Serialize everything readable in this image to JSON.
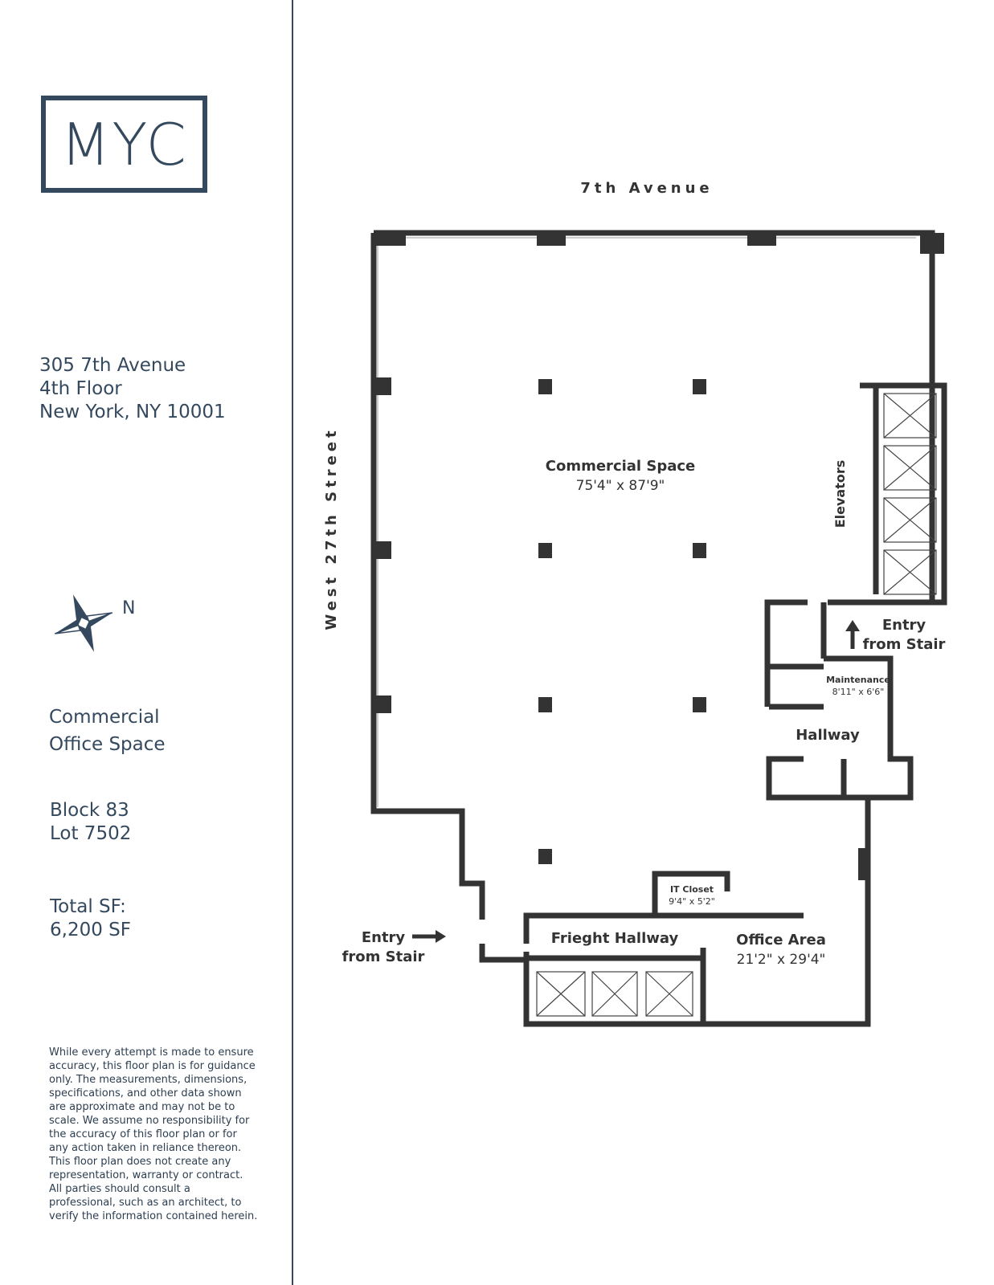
{
  "logo": {
    "text": "MYC"
  },
  "address": {
    "line1": "305 7th Avenue",
    "line2": "4th Floor",
    "line3": "New York, NY 10001"
  },
  "compass": {
    "label": "N"
  },
  "property": {
    "type_line1": "Commercial",
    "type_line2": "Office Space",
    "block": "Block 83",
    "lot": "Lot 7502",
    "total_label": "Total SF:",
    "total_value": "6,200 SF"
  },
  "disclaimer": "While every attempt is made to ensure accuracy, this floor plan is for guidance only. The measurements, dimensions, specifications, and other data shown are approximate and may not be to scale. We assume no responsibility for the accuracy of this floor plan or for any action taken in reliance thereon. This floor plan does not create any representation, warranty or contract. All parties should consult a professional, such as an architect, to verify the information contained herein.",
  "plan": {
    "street_top": "7th Avenue",
    "street_left": "West 27th Street",
    "rooms": {
      "commercial": {
        "name": "Commercial Space",
        "dims": "75'4\" x 87'9\""
      },
      "elevators": {
        "name": "Elevators"
      },
      "entry_right": {
        "line1": "Entry",
        "line2": "from Stair"
      },
      "maintenance": {
        "name": "Maintenance",
        "dims": "8'11\" x 6'6\""
      },
      "hallway": {
        "name": "Hallway"
      },
      "it_closet": {
        "name": "IT Closet",
        "dims": "9'4\" x 5'2\""
      },
      "freight": {
        "name": "Frieght Hallway"
      },
      "office": {
        "name": "Office Area",
        "dims": "21'2\" x 29'4\""
      },
      "entry_left": {
        "line1": "Entry",
        "line2": "from Stair"
      }
    }
  },
  "colors": {
    "brand": "#34495e",
    "wall": "#333333"
  }
}
